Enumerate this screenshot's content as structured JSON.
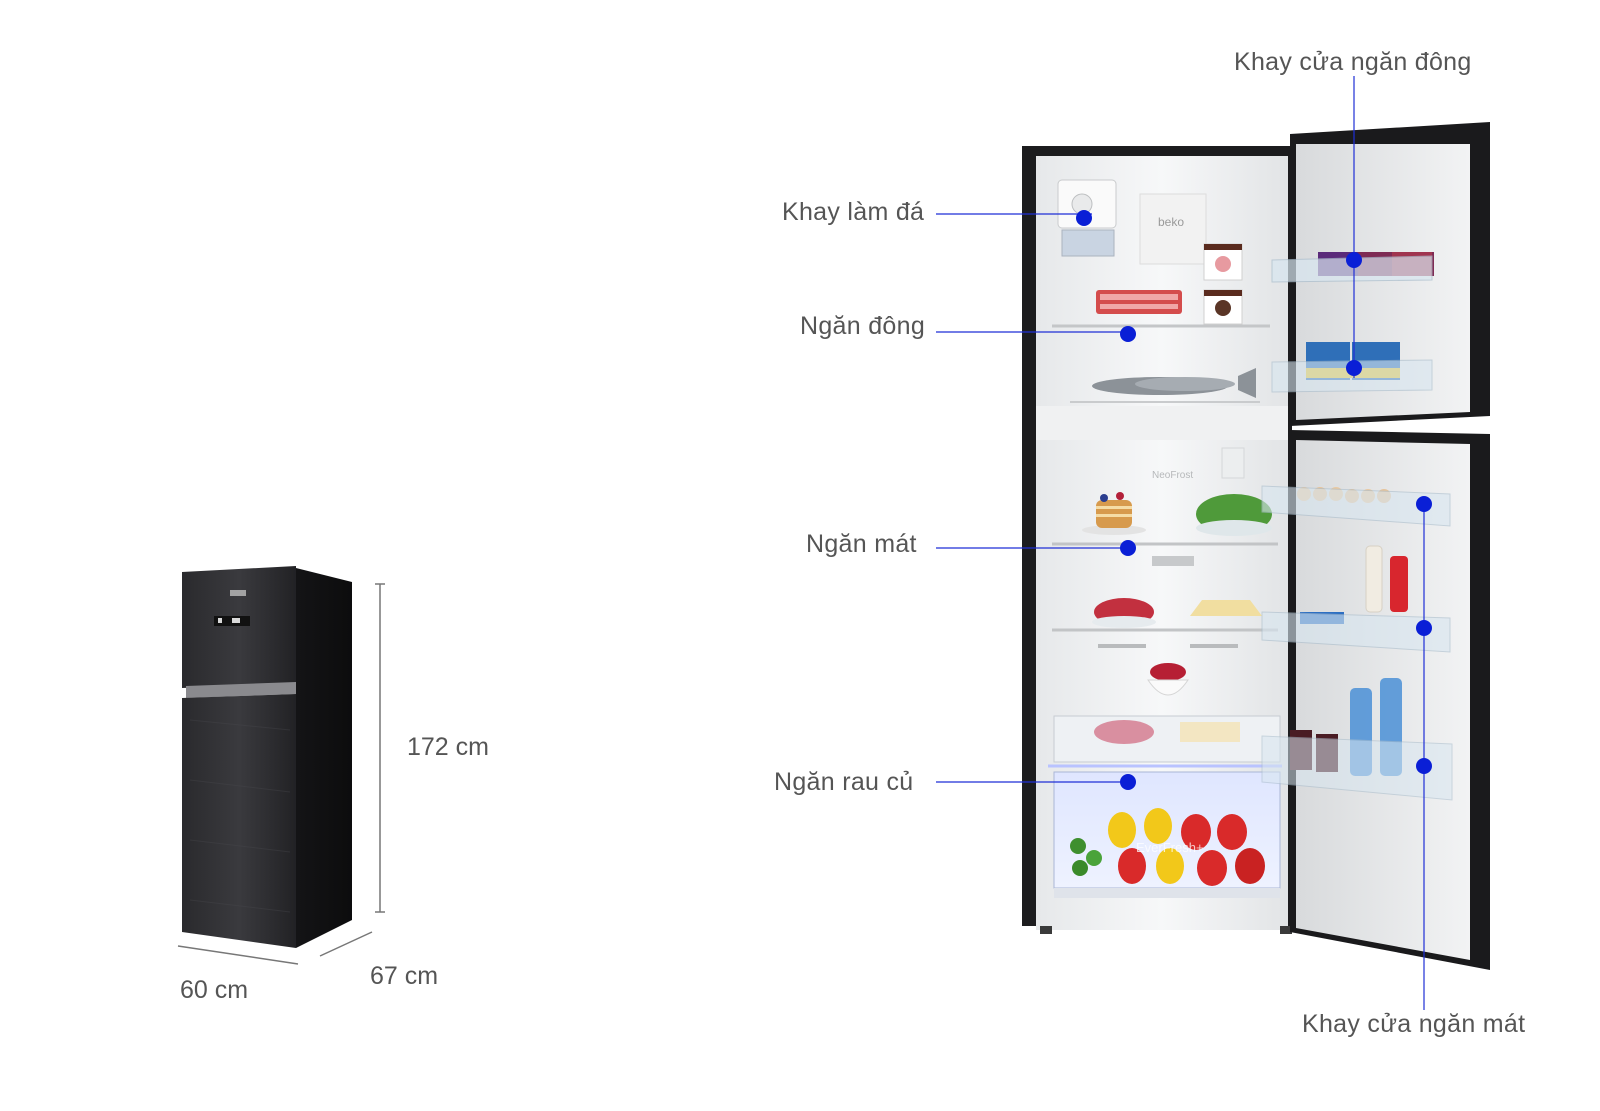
{
  "dimensions": {
    "height": "172 cm",
    "width": "60 cm",
    "depth": "67 cm"
  },
  "callouts": {
    "freezer_door_tray": "Khay cửa ngăn đông",
    "ice_tray": "Khay làm đá",
    "freezer": "Ngăn đông",
    "fridge": "Ngăn mát",
    "vegetable_drawer": "Ngăn rau củ",
    "fridge_door_tray": "Khay cửa ngăn mát"
  },
  "fridge_branding": {
    "brand": "beko",
    "freezer_tech": "NeoFrost",
    "crisper_tech": "EverFresh+"
  },
  "colors": {
    "label_text": "#555555",
    "callout_line": "#1f2fd6",
    "callout_dot": "#0a1fd6",
    "fridge_body": "#1c1c1e"
  }
}
